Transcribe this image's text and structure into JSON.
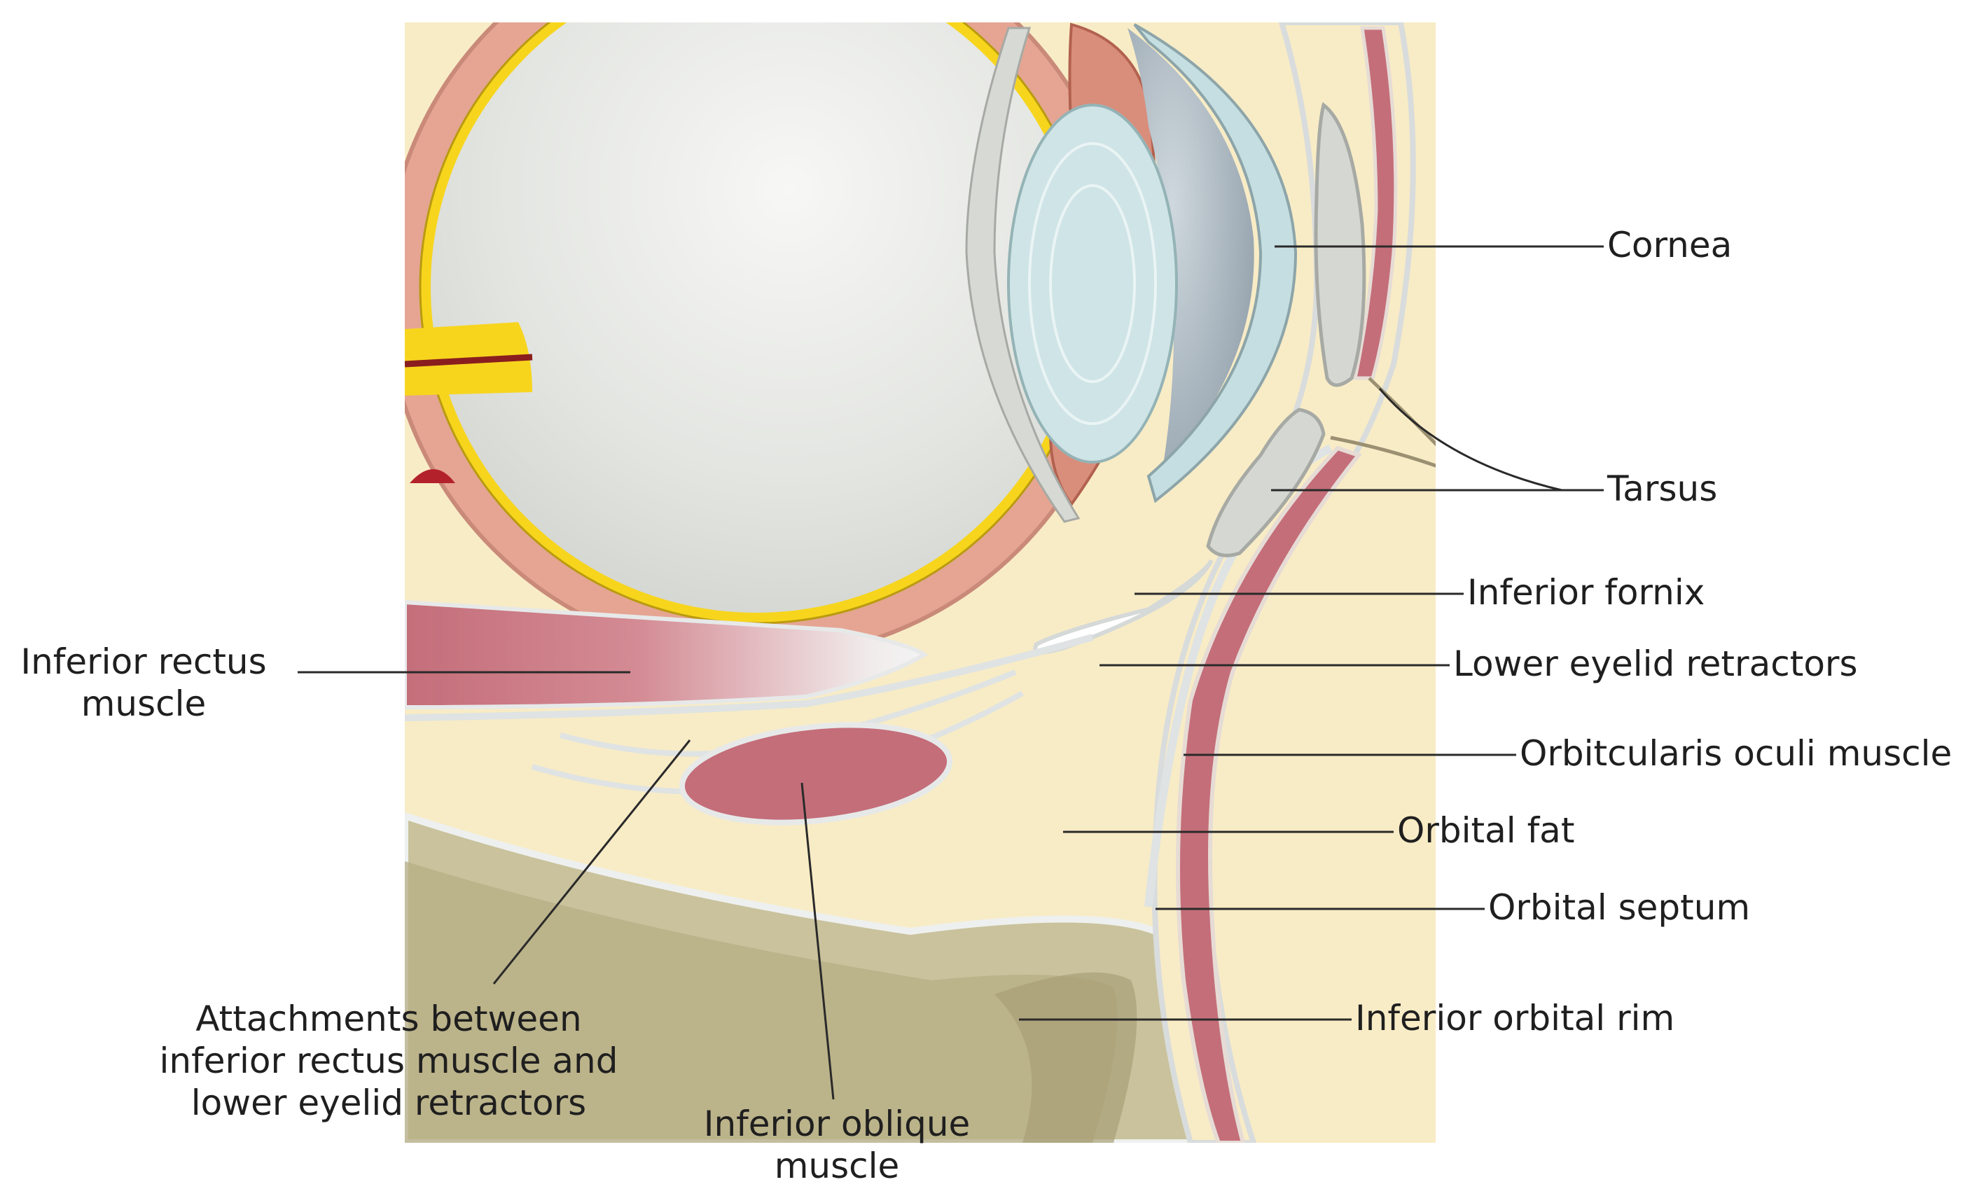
{
  "labels": {
    "cornea": "Cornea",
    "tarsus": "Tarsus",
    "inferior_fornix": "Inferior fornix",
    "lower_eyelid_retractors": "Lower eyelid retractors",
    "orbicularis_oculi_muscle": "Orbitcularis oculi muscle",
    "orbital_fat": "Orbital fat",
    "orbital_septum": "Orbital septum",
    "inferior_orbital_rim": "Inferior orbital rim",
    "inferior_rectus_muscle": [
      "Inferior rectus",
      "muscle"
    ],
    "attachments": [
      "Attachments between",
      "inferior rectus muscle and",
      "lower eyelid retractors"
    ],
    "inferior_oblique_muscle": [
      "Inferior oblique",
      "muscle"
    ]
  },
  "colors": {
    "fat": "#f8ecc6",
    "sclera_pink": "#e5a592",
    "choroid_yellow": "#f7d51d",
    "vitreous": "#e4e6e2",
    "lens": "#cfe4e6",
    "cornea": "#c5dee1",
    "anterior_chamber": "#a9b6bf",
    "muscle_red": "#c46e7a",
    "bone": "#c9c29c",
    "bone_dark": "#a8a077",
    "fascia": "#dfe3e3",
    "leader_line": "#2a2a2a"
  }
}
